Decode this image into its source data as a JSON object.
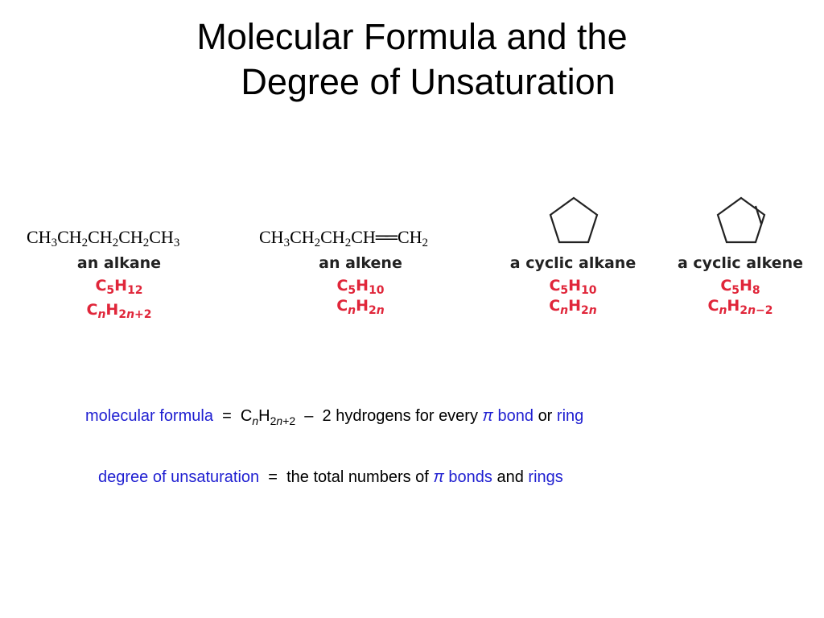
{
  "title": {
    "line1": "Molecular Formula and the",
    "line2": "Degree of Unsaturation"
  },
  "examples": [
    {
      "structure": [
        "CH",
        "3",
        "CH",
        "2",
        "CH",
        "2",
        "CH",
        "2",
        "CH",
        "3"
      ],
      "label": "an alkane",
      "formula": {
        "c": "C",
        "c_sub": "5",
        "h": "H",
        "h_sub": "12"
      },
      "general": {
        "c": "C",
        "n": "n",
        "h": "H",
        "sub_a": "2",
        "sub_n": "n",
        "sub_b": "+2"
      }
    },
    {
      "structure": [
        "CH",
        "3",
        "CH",
        "2",
        "CH",
        "2",
        "CH",
        "══",
        "CH",
        "2"
      ],
      "label": "an alkene",
      "formula": {
        "c": "C",
        "c_sub": "5",
        "h": "H",
        "h_sub": "10"
      },
      "general": {
        "c": "C",
        "n": "n",
        "h": "H",
        "sub_a": "2",
        "sub_n": "n",
        "sub_b": ""
      }
    },
    {
      "label": "a cyclic alkane",
      "formula": {
        "c": "C",
        "c_sub": "5",
        "h": "H",
        "h_sub": "10"
      },
      "general": {
        "c": "C",
        "n": "n",
        "h": "H",
        "sub_a": "2",
        "sub_n": "n",
        "sub_b": ""
      }
    },
    {
      "label": "a cyclic alkene",
      "formula": {
        "c": "C",
        "c_sub": "5",
        "h": "H",
        "h_sub": "8"
      },
      "general": {
        "c": "C",
        "n": "n",
        "h": "H",
        "sub_a": "2",
        "sub_n": "n",
        "sub_b": "−2"
      }
    }
  ],
  "equation1": {
    "term": "molecular formula",
    "eq": "=",
    "c": "C",
    "n": "n",
    "h": "H",
    "sub": "2",
    "sub_n": "n",
    "sub_b": "+2",
    "minus": "–",
    "text": "2 hydrogens for every",
    "pi": "π",
    "bond": "bond",
    "or": "or",
    "ring": "ring"
  },
  "equation2": {
    "term": "degree of unsaturation",
    "eq": "=",
    "text": "the total numbers of",
    "pi": "π",
    "bonds": "bonds",
    "and": "and",
    "rings": "rings"
  },
  "colors": {
    "accent_red": "#e0263a",
    "accent_blue": "#1f1fd1"
  }
}
